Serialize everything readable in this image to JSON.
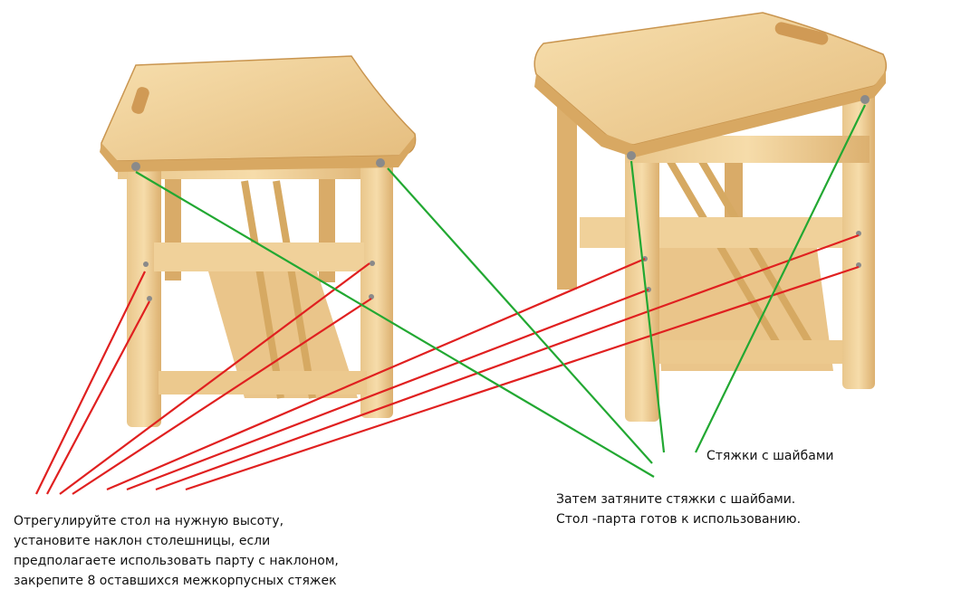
{
  "captions": {
    "washers_label": "Стяжки с шайбами",
    "right_lines": [
      "Затем затяните стяжки с шайбами.",
      "Стол -парта готов к использованию."
    ],
    "left_lines": [
      "Отрегулируйте стол на нужную высоту,",
      "установите наклон столешницы, если",
      "предполагаете использовать парту с наклоном,",
      "закрепите 8 оставшихся межкорпусных стяжек"
    ]
  },
  "colors": {
    "wood_light": "#f3d7a0",
    "wood_mid": "#e3b979",
    "wood_dark": "#c9954f",
    "line_red": "#e02020",
    "line_green": "#22a832",
    "bolt": "#8a8a8a"
  }
}
